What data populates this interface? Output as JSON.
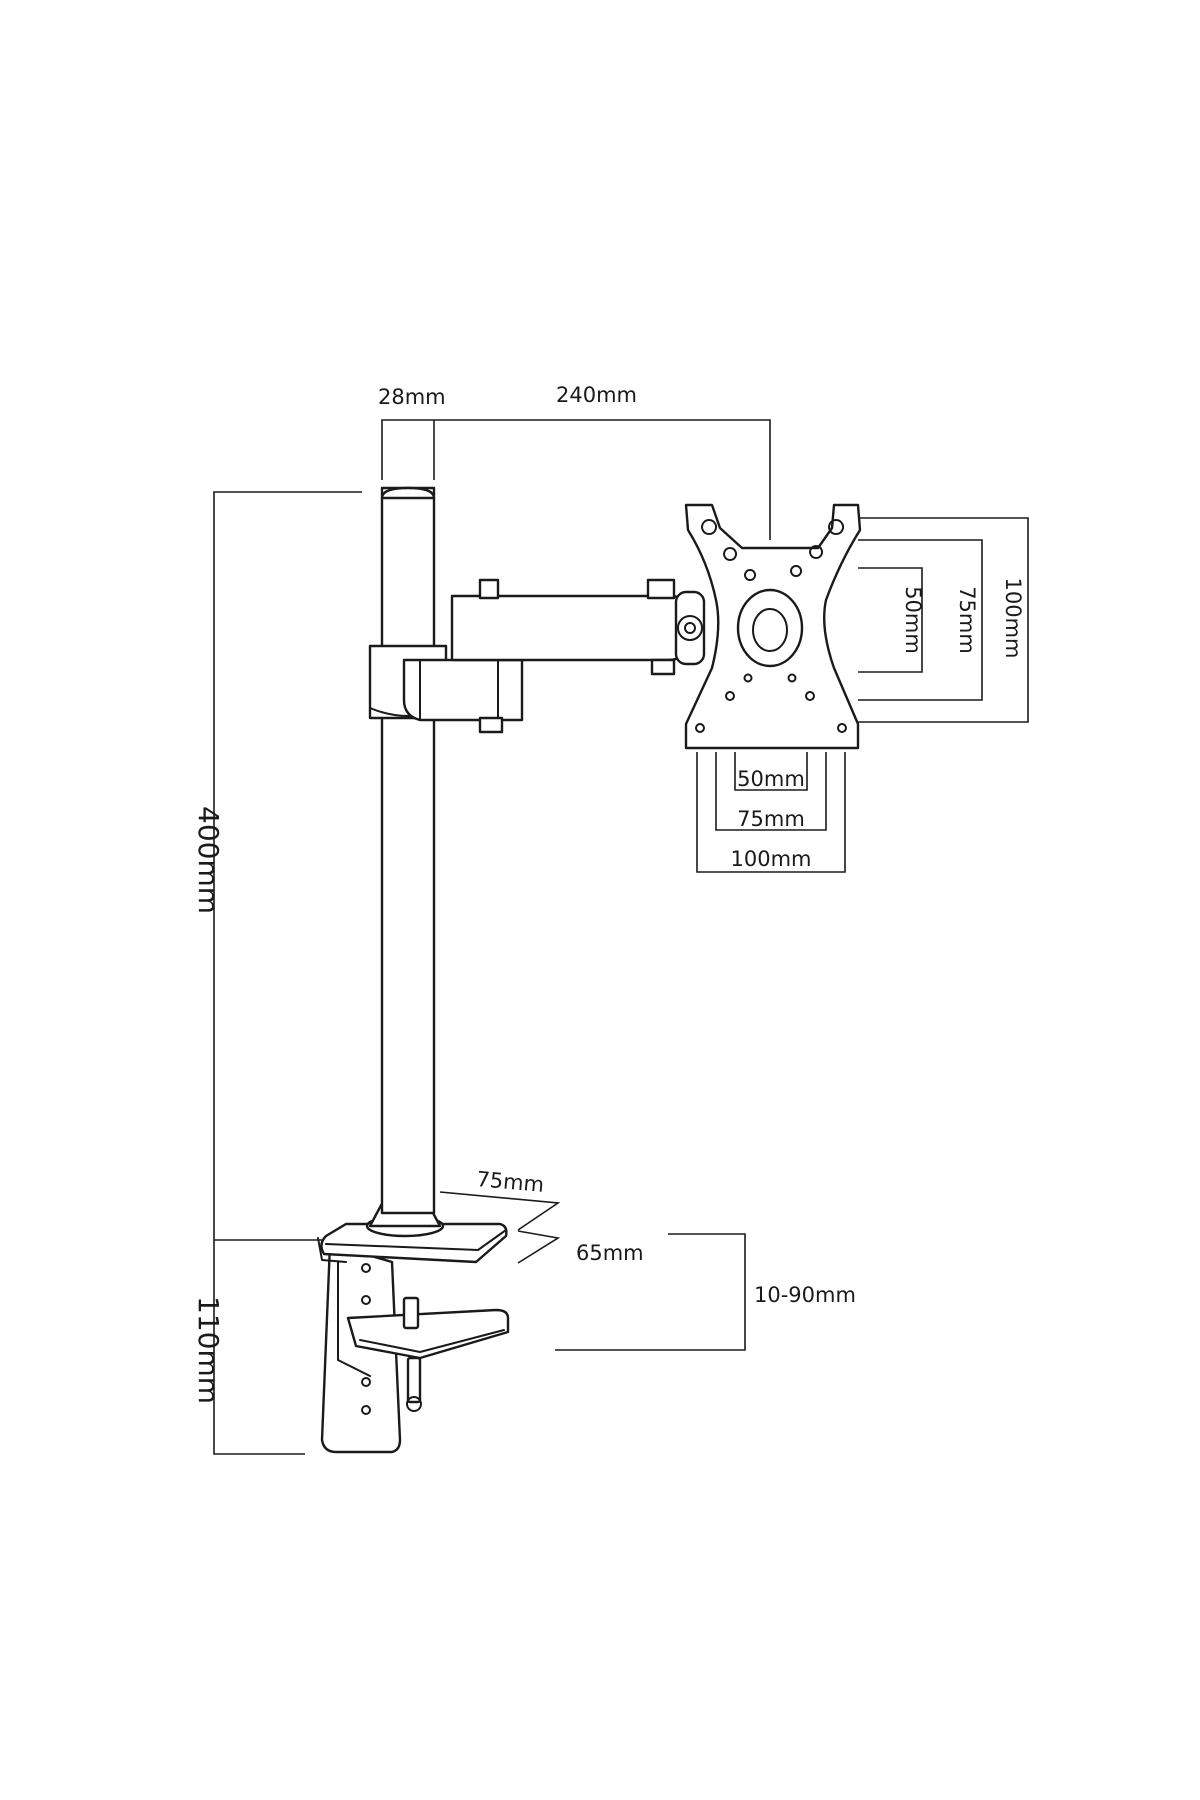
{
  "dimensions": {
    "pole_diameter": "28mm",
    "arm_reach": "240mm",
    "pole_height": "400mm",
    "clamp_height": "110mm",
    "desk_thickness": "10-90mm",
    "base_width": "75mm",
    "base_depth": "65mm",
    "vesa_h_small": "50mm",
    "vesa_h_mid": "75mm",
    "vesa_h_large": "100mm",
    "vesa_v_small": "50mm",
    "vesa_v_mid": "75mm",
    "vesa_v_large": "100mm"
  }
}
